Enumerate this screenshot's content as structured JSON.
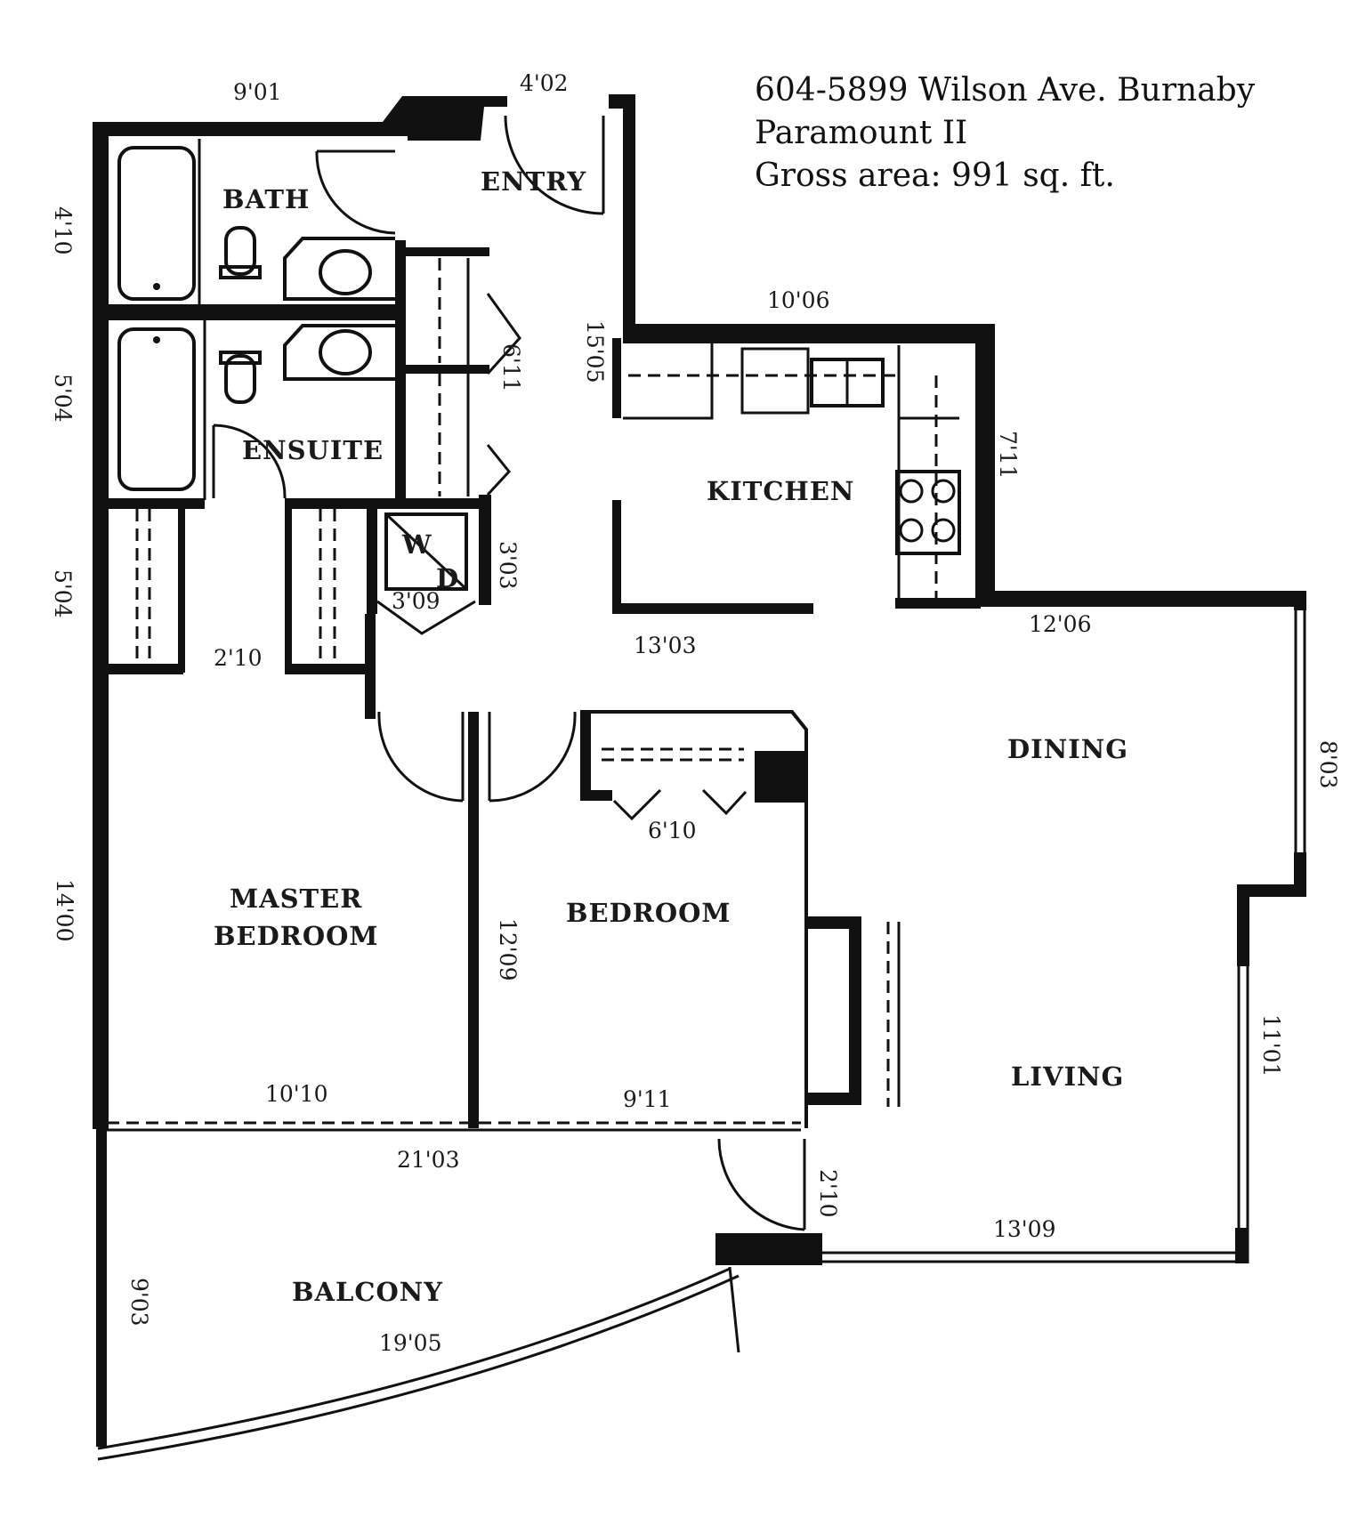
{
  "header": {
    "address": "604-5899 Wilson Ave. Burnaby",
    "building": "Paramount II",
    "gross_area": "Gross area: 991 sq. ft."
  },
  "rooms": {
    "bath": "BATH",
    "entry": "ENTRY",
    "ensuite": "ENSUITE",
    "kitchen": "KITCHEN",
    "dining": "DINING",
    "living": "LIVING",
    "master_bedroom_line1": "MASTER",
    "master_bedroom_line2": "BEDROOM",
    "bedroom": "BEDROOM",
    "balcony": "BALCONY",
    "washer_dryer_w": "W",
    "washer_dryer_d": "D"
  },
  "dimensions": {
    "bath_width": "9'01",
    "entry_width": "4'02",
    "bath_depth": "4'10",
    "ensuite_depth": "5'04",
    "closet_depth": "5'04",
    "hall_length": "15'05",
    "linen_closet": "6'11",
    "kitchen_width": "10'06",
    "kitchen_depth": "7'11",
    "laundry_depth": "3'03",
    "laundry_width": "3'09",
    "hall_width": "2'10",
    "kitchen_opening": "13'03",
    "dining_width": "12'06",
    "dining_depth": "8'03",
    "bedroom_closet": "6'10",
    "master_depth": "14'00",
    "bedroom_depth": "12'09",
    "living_depth": "11'01",
    "master_width": "10'10",
    "bedroom_width": "9'11",
    "balcony_span": "21'03",
    "balcony_door": "2'10",
    "living_width": "13'09",
    "balcony_depth": "9'03",
    "balcony_width": "19'05"
  }
}
